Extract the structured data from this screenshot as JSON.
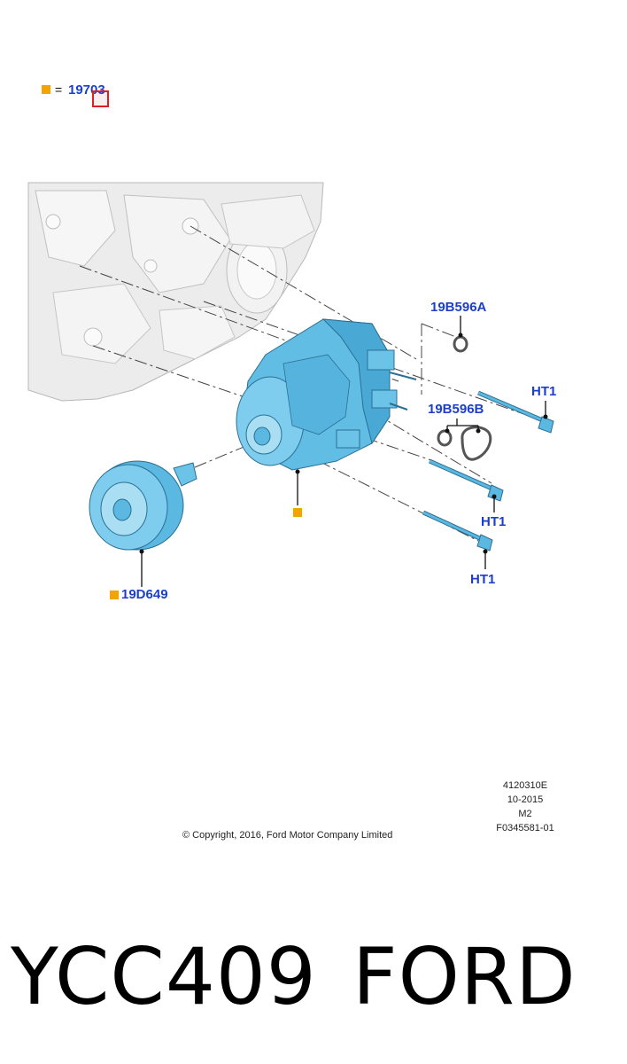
{
  "legend": {
    "equals": "=",
    "part": "19703"
  },
  "callouts": {
    "seal_a": "19B596A",
    "seal_b": "19B596B",
    "bolt_1": "HT1",
    "bolt_2": "HT1",
    "bolt_3": "HT1",
    "pulley": "19D649"
  },
  "drawing_meta": {
    "line1": "4120310E",
    "line2": "10-2015",
    "line3": "M2",
    "line4": "F0345581-01"
  },
  "copyright": "© Copyright, 2016, Ford Motor Company Limited",
  "footer": {
    "code": "YCC409",
    "brand": "FORD"
  },
  "colors": {
    "callout_blue": "#1b3fcc",
    "marker_orange": "#f5a300",
    "part_cyan": "#5bb8e0",
    "engine_gray": "#e6e6e6",
    "selection_red": "#e02020"
  }
}
